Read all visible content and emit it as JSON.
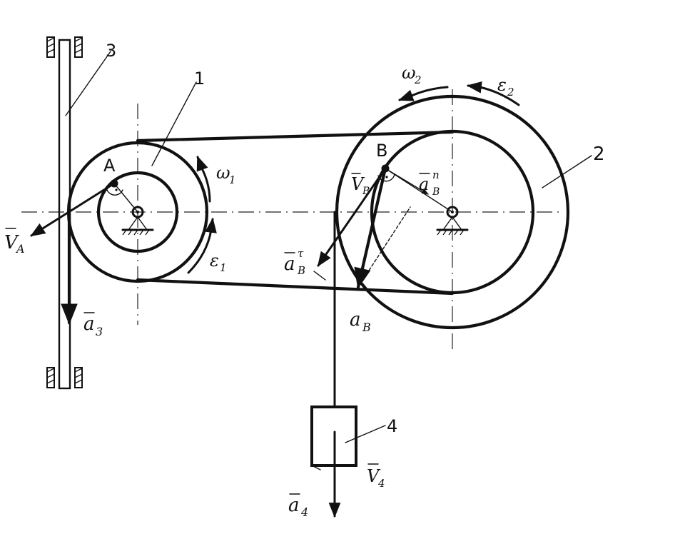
{
  "labels": {
    "body_1": "1",
    "body_2": "2",
    "body_3": "3",
    "body_4": "4",
    "point_a": "A",
    "point_b": "B",
    "v_a": "V",
    "v_a_sub": "A",
    "a_3": "a",
    "a_3_sub": "3",
    "omega_1": "ω",
    "omega_1_sub": "1",
    "epsilon_1": "ε",
    "epsilon_1_sub": "1",
    "omega_2": "ω",
    "omega_2_sub": "2",
    "epsilon_2": "ε",
    "epsilon_2_sub": "2",
    "v_b": "V",
    "v_b_sub": "B",
    "a_b_n": "a",
    "a_b_n_sup": "n",
    "a_b_n_sub": "B",
    "a_b_tau": "a",
    "a_b_tau_sup": "τ",
    "a_b_tau_sub": "B",
    "a_b": "a",
    "a_b_sub": "B",
    "v_4": "V",
    "v_4_sub": "4",
    "a_4": "a",
    "a_4_sub": "4"
  },
  "colors": {
    "ink": "#111111",
    "background": "#ffffff"
  }
}
